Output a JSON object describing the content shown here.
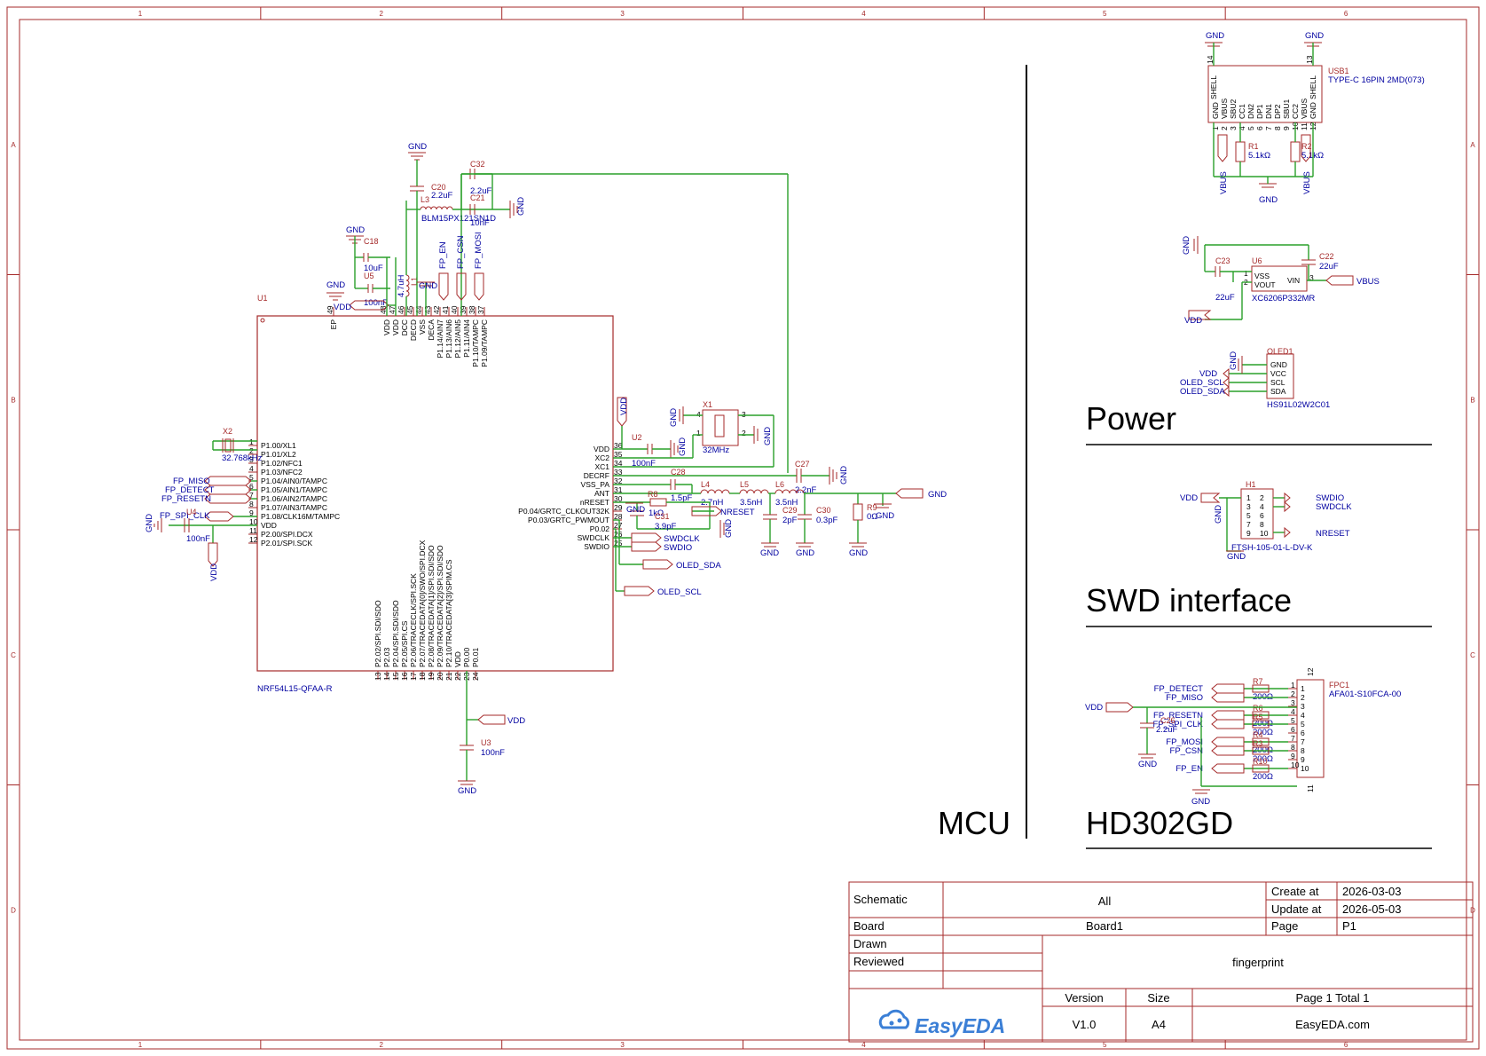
{
  "frame": {
    "col_markers": [
      "1",
      "2",
      "3",
      "4",
      "5",
      "6"
    ],
    "row_markers": [
      "A",
      "B",
      "C",
      "D"
    ]
  },
  "sections": {
    "power": "Power",
    "swd": "SWD interface",
    "mcu": "MCU",
    "hd302gd": "HD302GD"
  },
  "mcu": {
    "ref": "U1",
    "part": "NRF54L15-QFAA-R",
    "left_pins": [
      "P1.00/XL1",
      "P1.01/XL2",
      "P1.02/NFC1",
      "P1.03/NFC2",
      "P1.04/AIN0/TAMPC",
      "P1.05/AIN1/TAMPC",
      "P1.06/AIN2/TAMPC",
      "P1.07/AIN3/TAMPC",
      "P1.08/CLK16M/TAMPC",
      "VDD",
      "P2.00/SPI.DCX",
      "P2.01/SPI.SCK"
    ],
    "left_nums": [
      "1",
      "2",
      "3",
      "4",
      "5",
      "6",
      "7",
      "8",
      "9",
      "10",
      "11",
      "12"
    ],
    "right_pins": [
      "VDD",
      "XC2",
      "XC1",
      "DECRF",
      "VSS_PA",
      "ANT",
      "nRESET",
      "P0.04/GRTC_CLKOUT32K",
      "P0.03/GRTC_PWMOUT",
      "P0.02",
      "SWDCLK",
      "SWDIO"
    ],
    "right_nums": [
      "36",
      "35",
      "34",
      "33",
      "32",
      "31",
      "30",
      "29",
      "28",
      "27",
      "26",
      "25"
    ],
    "top_pins": [
      "EP",
      "VDD",
      "VDD",
      "DCC",
      "DECD",
      "VSS",
      "DECA",
      "P1.14/AIN7",
      "P1.13/AIN6",
      "P1.12/AIN5",
      "P1.11/AIN4",
      "P1.10/TAMPC",
      "P1.09/TAMPC"
    ],
    "top_nums": [
      "49",
      "48",
      "47",
      "46",
      "45",
      "44",
      "43",
      "42",
      "41",
      "40",
      "39",
      "38",
      "37"
    ],
    "bottom_pins": [
      "P2.02/SPI.SDI/SDO",
      "P2.03",
      "P2.04/SPI.SDI/SDO",
      "P2.05/SPI.CS",
      "P2.06/TRACECLK/SPI.SCK",
      "P2.07/TRACEDATA[0]/SWO/SPI.DCX",
      "P2.08/TRACEDATA[1]/SPI.SDI/SDO",
      "P2.09/TRACEDATA[2]/SPI.SDI/SDO",
      "P2.10/TRACEDATA[3]/SPIM.CS",
      "VDD",
      "P0.00",
      "P0.01"
    ],
    "bottom_nums": [
      "13",
      "14",
      "15",
      "16",
      "17",
      "18",
      "19",
      "20",
      "21",
      "22",
      "23",
      "24"
    ]
  },
  "nets": {
    "gnd": "GND",
    "vdd": "VDD",
    "vbus": "VBUS",
    "fp_miso": "FP_MISO",
    "fp_detect": "FP_DETECT",
    "fp_resetn": "FP_RESETN",
    "fp_spi_clk": "FP_SPI_CLK",
    "fp_en": "FP_EN",
    "fp_csn": "FP_CSN",
    "fp_mosi": "FP_MOSI",
    "swdclk": "SWDCLK",
    "swdio": "SWDIO",
    "nreset": "NRESET",
    "oled_sda": "OLED_SDA",
    "oled_scl": "OLED_SCL"
  },
  "components": {
    "x2": {
      "ref": "X2",
      "val": "32.768kHz"
    },
    "u4": {
      "ref": "U4",
      "val": "100nF"
    },
    "c18": {
      "ref": "C18",
      "val": "10uF"
    },
    "u5": {
      "ref": "U5",
      "val": "100nF"
    },
    "c20": {
      "ref": "C20",
      "val": "2.2uF"
    },
    "l3": {
      "ref": "L3",
      "val": "BLM15PX121SN1D"
    },
    "c32": {
      "ref": "C32",
      "val": "2.2uF"
    },
    "c21": {
      "ref": "C21",
      "val": "10nF"
    },
    "l1": {
      "ref": "L1",
      "val": "4.7uH"
    },
    "x1": {
      "ref": "X1",
      "val": "32MHz"
    },
    "u2": {
      "ref": "U2",
      "val": "100nF"
    },
    "c28": {
      "ref": "C28",
      "val": "1.5pF"
    },
    "c27": {
      "ref": "C27",
      "val": "2.2nF"
    },
    "l4": {
      "ref": "L4",
      "val": "2.7nH"
    },
    "l5": {
      "ref": "L5",
      "val": "3.5nH"
    },
    "l6": {
      "ref": "L6",
      "val": "3.5nH"
    },
    "c29": {
      "ref": "C29",
      "val": "2pF"
    },
    "c30": {
      "ref": "C30",
      "val": "0.3pF"
    },
    "r9": {
      "ref": "R9",
      "val": "0Ω"
    },
    "r8": {
      "ref": "R8",
      "val": "1kΩ"
    },
    "c31": {
      "ref": "C31",
      "val": "3.9pF"
    },
    "u3": {
      "ref": "U3",
      "val": "100nF"
    },
    "usb1": {
      "ref": "USB1",
      "val": "TYPE-C 16PIN 2MD(073)",
      "top_pins": [
        "SHELL",
        "SHELL"
      ],
      "top_nums": [
        "14",
        "13"
      ],
      "pins": [
        "GND",
        "VBUS",
        "SBU2",
        "CC1",
        "DN2",
        "DP1",
        "DN1",
        "DP2",
        "SBU1",
        "CC2",
        "VBUS",
        "GND"
      ],
      "nums": [
        "1",
        "2",
        "3",
        "4",
        "5",
        "6",
        "7",
        "8",
        "9",
        "10",
        "11",
        "12"
      ]
    },
    "r1": {
      "ref": "R1",
      "val": "5.1kΩ"
    },
    "r2": {
      "ref": "R2",
      "val": "5.1kΩ"
    },
    "u6": {
      "ref": "U6",
      "val": "XC6206P332MR",
      "pins": [
        "VSS",
        "VOUT",
        "VIN"
      ],
      "nums": [
        "1",
        "2",
        "3"
      ]
    },
    "c23": {
      "ref": "C23",
      "val": "22uF"
    },
    "c22": {
      "ref": "C22",
      "val": "22uF"
    },
    "oled1": {
      "ref": "OLED1",
      "val": "HS91L02W2C01",
      "pins": [
        "GND",
        "VCC",
        "SCL",
        "SDA"
      ],
      "nums": [
        "1",
        "2",
        "3",
        "4"
      ]
    },
    "h1": {
      "ref": "H1",
      "val": "FTSH-105-01-L-DV-K",
      "left": [
        "1",
        "3",
        "5",
        "7",
        "9"
      ],
      "right": [
        "2",
        "4",
        "6",
        "8",
        "10"
      ]
    },
    "fpc1": {
      "ref": "FPC1",
      "val": "AFA01-S10FCA-00",
      "nums": [
        "1",
        "2",
        "3",
        "4",
        "5",
        "6",
        "7",
        "8",
        "9",
        "10"
      ],
      "top": "12",
      "bottom": "11"
    },
    "c26": {
      "ref": "C26",
      "val": "2.2uF"
    },
    "r_fpc": [
      "R7",
      "R6",
      "R5",
      "R4",
      "R3",
      "R10"
    ],
    "r_fpc_val": "200Ω"
  },
  "title_block": {
    "schematic_label": "Schematic",
    "schematic_value": "All",
    "board_label": "Board",
    "board_value": "Board1",
    "drawn_label": "Drawn",
    "reviewed_label": "Reviewed",
    "create_label": "Create at",
    "create_value": "2026-03-03",
    "update_label": "Update at",
    "update_value": "2026-05-03",
    "page_label": "Page",
    "page_value": "P1",
    "title": "fingerprint",
    "version_label": "Version",
    "version_value": "V1.0",
    "size_label": "Size",
    "size_value": "A4",
    "page_count": "Page  1  Total  1",
    "site": "EasyEDA.com",
    "logo": "EasyEDA"
  }
}
